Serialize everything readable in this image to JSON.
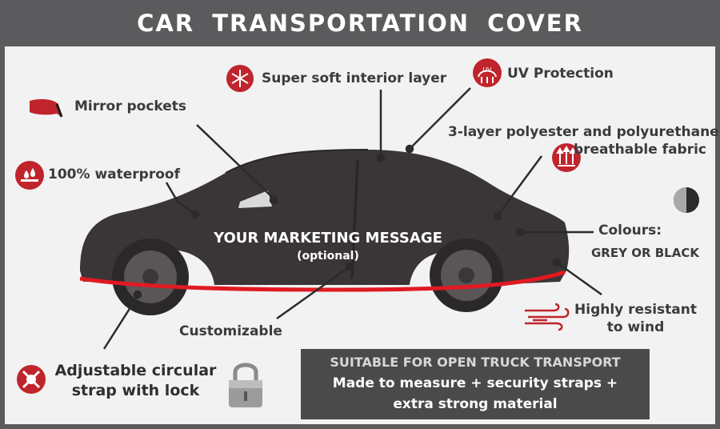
{
  "title": "CAR  TRANSPORTATION  COVER",
  "features": {
    "interior": "Super soft interior layer",
    "uv": "UV Protection",
    "uv_badge": "UV",
    "mirror": "Mirror pockets",
    "fabric_line1": "3-layer polyester and polyurethane",
    "fabric_line2": "breathable fabric",
    "waterproof": "100% waterproof",
    "colours_label": "Colours:",
    "colours_value": "GREY OR BLACK",
    "wind_line1": "Highly resistant",
    "wind_line2": "to wind",
    "customizable": "Customizable",
    "strap_line1": "Adjustable circular",
    "strap_line2": "strap with lock"
  },
  "marketing": {
    "line1": "YOUR MARKETING MESSAGE",
    "line2": "(optional)"
  },
  "info_box": {
    "line1": "SUITABLE FOR OPEN TRUCK TRANSPORT",
    "line2": "Made to measure + security straps +",
    "line3": "extra strong material"
  },
  "colors": {
    "accent_red": "#c0242c",
    "car_body": "#3a3536",
    "title_bg": "#5b5a5c"
  },
  "icons": [
    "snowflake-icon",
    "uv-shield-icon",
    "mirror-icon",
    "breathable-arrows-icon",
    "water-drops-icon",
    "colour-swatch-icon",
    "wind-icon",
    "strap-icon",
    "padlock-icon"
  ]
}
